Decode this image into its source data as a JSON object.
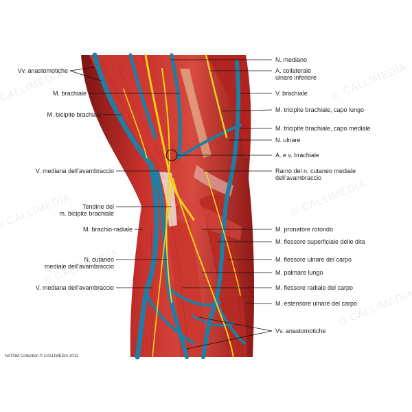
{
  "credit": "NATOM Collection © CALLIMEDIA 2012",
  "watermark": "© CALLIMEDIA",
  "labels_left": [
    {
      "id": "vv-anastomotiche-top",
      "lines": [
        "Vv. anastomotiche"
      ]
    },
    {
      "id": "m-brachiale",
      "lines": [
        "M. brachiale"
      ]
    },
    {
      "id": "m-bicipite-brachiale",
      "lines": [
        "M. bicipite brachiale"
      ]
    },
    {
      "id": "v-mediana-avambraccio-1",
      "lines": [
        "V. mediana dell’avambraccio"
      ]
    },
    {
      "id": "tendine-bicipite",
      "lines": [
        "Tendine del",
        "m. bicipite brachiale"
      ]
    },
    {
      "id": "m-brachio-radiale",
      "lines": [
        "M. brachio-radiale"
      ]
    },
    {
      "id": "n-cutaneo-mediale",
      "lines": [
        "N. cutaneo",
        "mediale dell’avambraccio"
      ]
    },
    {
      "id": "v-mediana-avambraccio-2",
      "lines": [
        "V. mediana dell’avambraccio"
      ]
    }
  ],
  "labels_right": [
    {
      "id": "n-mediano",
      "lines": [
        "N. mediano"
      ]
    },
    {
      "id": "a-collaterale",
      "lines": [
        "A. collaterale",
        "ulnare inferiore"
      ]
    },
    {
      "id": "v-brachiale",
      "lines": [
        "V. brachiale"
      ]
    },
    {
      "id": "m-tricipite-lungo",
      "lines": [
        "M. tricipite brachiale, capo lungo"
      ]
    },
    {
      "id": "m-tricipite-mediale",
      "lines": [
        "M. tricipite brachiale, capo mediale"
      ]
    },
    {
      "id": "n-ulnare",
      "lines": [
        "N. ulnare"
      ]
    },
    {
      "id": "a-v-brachiale",
      "lines": [
        "A. e v. brachiale"
      ]
    },
    {
      "id": "ramo-cutaneo",
      "lines": [
        "Ramo del n. cutaneo mediale",
        "dell’avambraccio"
      ]
    },
    {
      "id": "m-pronatore-rotondo",
      "lines": [
        "M. pronatore rotondo"
      ]
    },
    {
      "id": "m-flessore-superficiale",
      "lines": [
        "M. flessore superficiale delle dita"
      ]
    },
    {
      "id": "m-flessore-ulnare",
      "lines": [
        "M. flessore ulnare del carpo"
      ]
    },
    {
      "id": "m-palmare-lungo",
      "lines": [
        "M. palmare lungo"
      ]
    },
    {
      "id": "m-flessore-radiale",
      "lines": [
        "M. flessore radiale del carpo"
      ]
    },
    {
      "id": "m-estensore-ulnare",
      "lines": [
        "M. estensore ulnare del carpo"
      ]
    },
    {
      "id": "vv-anastomotiche-bottom",
      "lines": [
        "Vv. anastomotiche"
      ]
    }
  ],
  "colors": {
    "muscle": "#c8312c",
    "muscle_dark": "#8e1a17",
    "vein": "#1e7fa6",
    "nerve": "#f2d21a",
    "tendon": "#e9d2c8",
    "leader": "#111111"
  }
}
